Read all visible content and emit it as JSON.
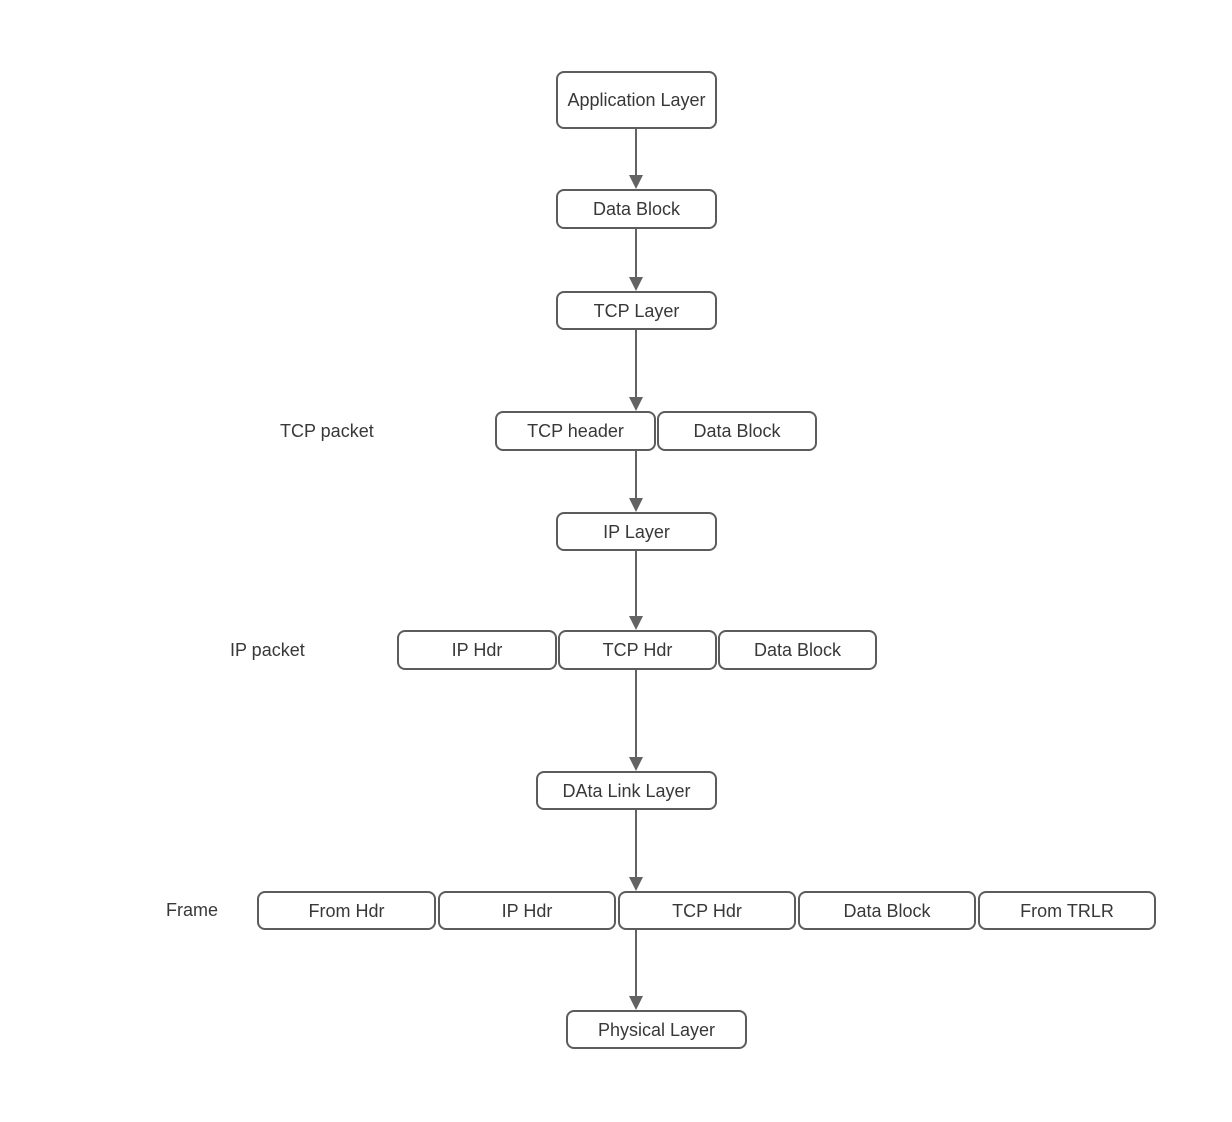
{
  "diagram": {
    "type": "flowchart",
    "topic": "TCP/IP data encapsulation layers",
    "nodes": {
      "application_layer": "Application Layer",
      "data_block_top": "Data Block",
      "tcp_layer": "TCP Layer",
      "tcp_header": "TCP header",
      "tcp_packet_data_block": "Data Block",
      "ip_layer": "IP Layer",
      "ip_packet_ip_hdr": "IP Hdr",
      "ip_packet_tcp_hdr": "TCP Hdr",
      "ip_packet_data_block": "Data Block",
      "data_link_layer": "DAta Link Layer",
      "frame_from_hdr": "From Hdr",
      "frame_ip_hdr": "IP Hdr",
      "frame_tcp_hdr": "TCP Hdr",
      "frame_data_block": "Data Block",
      "frame_from_trlr": "From TRLR",
      "physical_layer": "Physical Layer"
    },
    "row_labels": {
      "tcp_packet": "TCP packet",
      "ip_packet": "IP packet",
      "frame": "Frame"
    },
    "colors": {
      "background": "#ffffff",
      "node_border": "#5c5c5c",
      "node_fill": "#ffffff",
      "text": "#383838",
      "connector": "#636363"
    }
  }
}
